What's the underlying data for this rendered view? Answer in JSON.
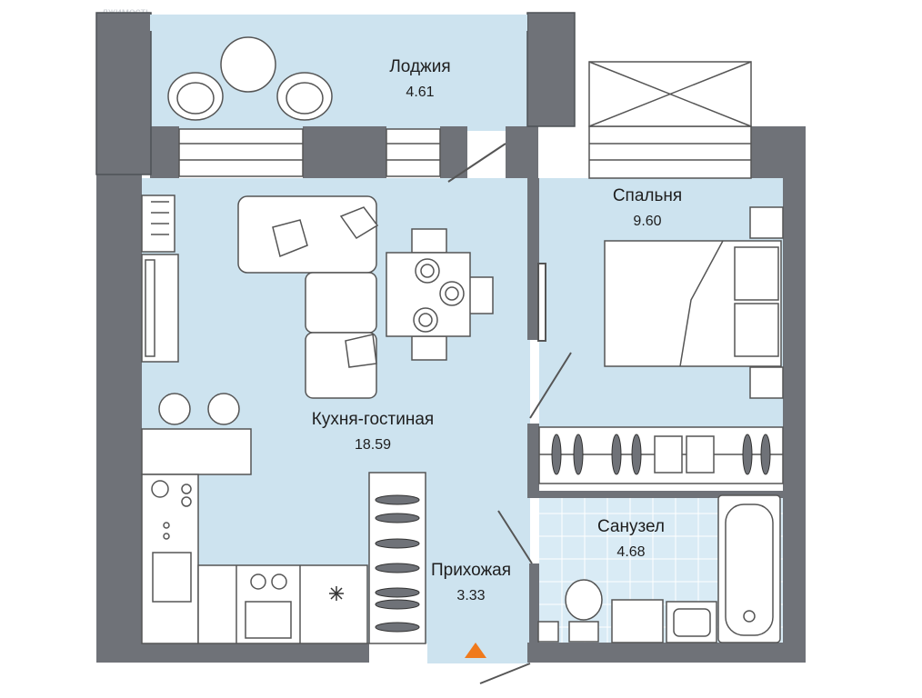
{
  "watermark": "джимость",
  "colors": {
    "wall": "#6f7278",
    "floor": "#cde3ef",
    "bath_tile": "#d9ebf5",
    "furniture": "#ffffff",
    "outline": "#555555",
    "entry_marker": "#f07a1c"
  },
  "rooms": [
    {
      "id": "loggia",
      "name": "Лоджия",
      "area": "4.61"
    },
    {
      "id": "bedroom",
      "name": "Спальня",
      "area": "9.60"
    },
    {
      "id": "kitchen-living",
      "name": "Кухня-гостиная",
      "area": "18.59"
    },
    {
      "id": "bathroom",
      "name": "Санузел",
      "area": "4.68"
    },
    {
      "id": "hallway",
      "name": "Прихожая",
      "area": "3.33"
    }
  ],
  "entry": {
    "icon": "entry-arrow-icon"
  }
}
